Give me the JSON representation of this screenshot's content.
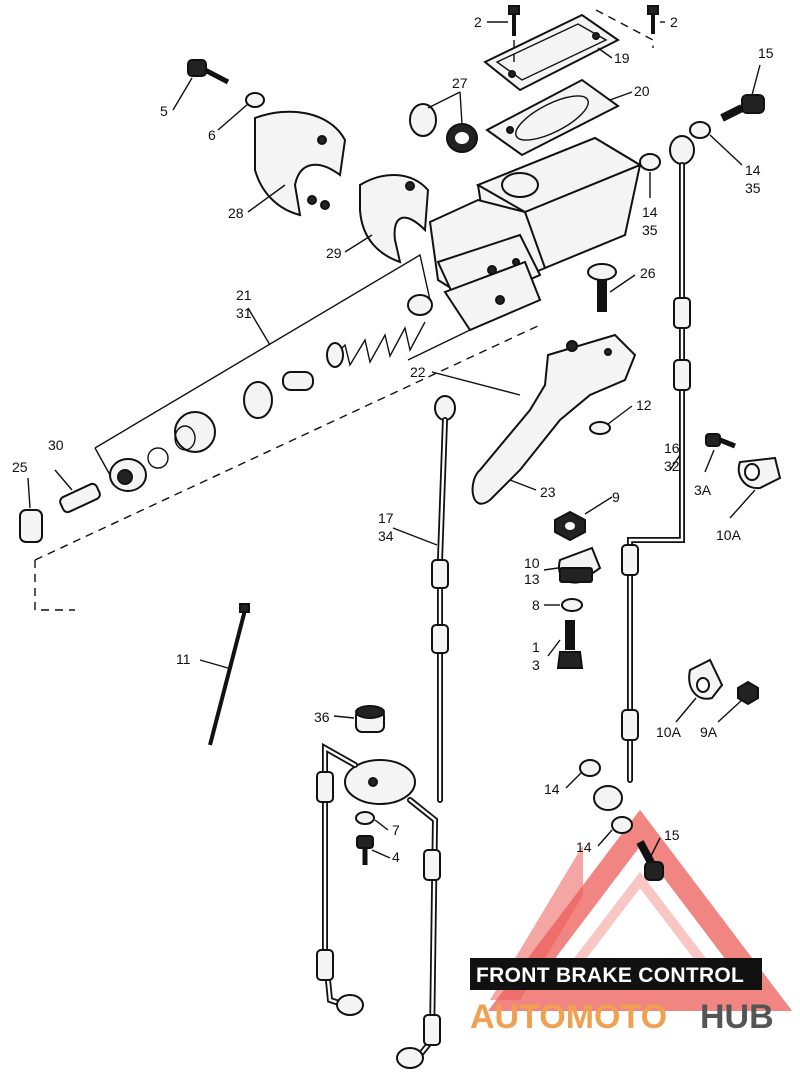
{
  "diagram": {
    "title": "FRONT BRAKE CONTROL",
    "watermark": {
      "part1": "AUTOMOTO",
      "part2": "HUB",
      "colors": {
        "accent": "#e8403a",
        "accent_light": "#f3a39c",
        "dark": "#555555"
      }
    },
    "callouts": [
      {
        "id": "c2a",
        "text": "2"
      },
      {
        "id": "c2b",
        "text": "2"
      },
      {
        "id": "c19",
        "text": "19"
      },
      {
        "id": "c20",
        "text": "20"
      },
      {
        "id": "c15a",
        "text": "15"
      },
      {
        "id": "c5",
        "text": "5"
      },
      {
        "id": "c6",
        "text": "6"
      },
      {
        "id": "c27",
        "text": "27"
      },
      {
        "id": "c14a",
        "text": "14"
      },
      {
        "id": "c35a",
        "text": "35"
      },
      {
        "id": "c14b",
        "text": "14"
      },
      {
        "id": "c35b",
        "text": "35"
      },
      {
        "id": "c28",
        "text": "28"
      },
      {
        "id": "c29",
        "text": "29"
      },
      {
        "id": "c26",
        "text": "26"
      },
      {
        "id": "c21",
        "text": "21"
      },
      {
        "id": "c31",
        "text": "31"
      },
      {
        "id": "c22",
        "text": "22"
      },
      {
        "id": "c12",
        "text": "12"
      },
      {
        "id": "c30",
        "text": "30"
      },
      {
        "id": "c25",
        "text": "25"
      },
      {
        "id": "c16",
        "text": "16"
      },
      {
        "id": "c32",
        "text": "32"
      },
      {
        "id": "c3A",
        "text": "3A"
      },
      {
        "id": "c23",
        "text": "23"
      },
      {
        "id": "c9",
        "text": "9"
      },
      {
        "id": "c10A",
        "text": "10A"
      },
      {
        "id": "c17",
        "text": "17"
      },
      {
        "id": "c34",
        "text": "34"
      },
      {
        "id": "c10",
        "text": "10"
      },
      {
        "id": "c13",
        "text": "13"
      },
      {
        "id": "c8",
        "text": "8"
      },
      {
        "id": "c1",
        "text": "1"
      },
      {
        "id": "c3",
        "text": "3"
      },
      {
        "id": "c11",
        "text": "11"
      },
      {
        "id": "c36",
        "text": "36"
      },
      {
        "id": "c10Ab",
        "text": "10A"
      },
      {
        "id": "c9A",
        "text": "9A"
      },
      {
        "id": "c14c",
        "text": "14"
      },
      {
        "id": "c7",
        "text": "7"
      },
      {
        "id": "c4",
        "text": "4"
      },
      {
        "id": "c14d",
        "text": "14"
      },
      {
        "id": "c15b",
        "text": "15"
      }
    ]
  }
}
